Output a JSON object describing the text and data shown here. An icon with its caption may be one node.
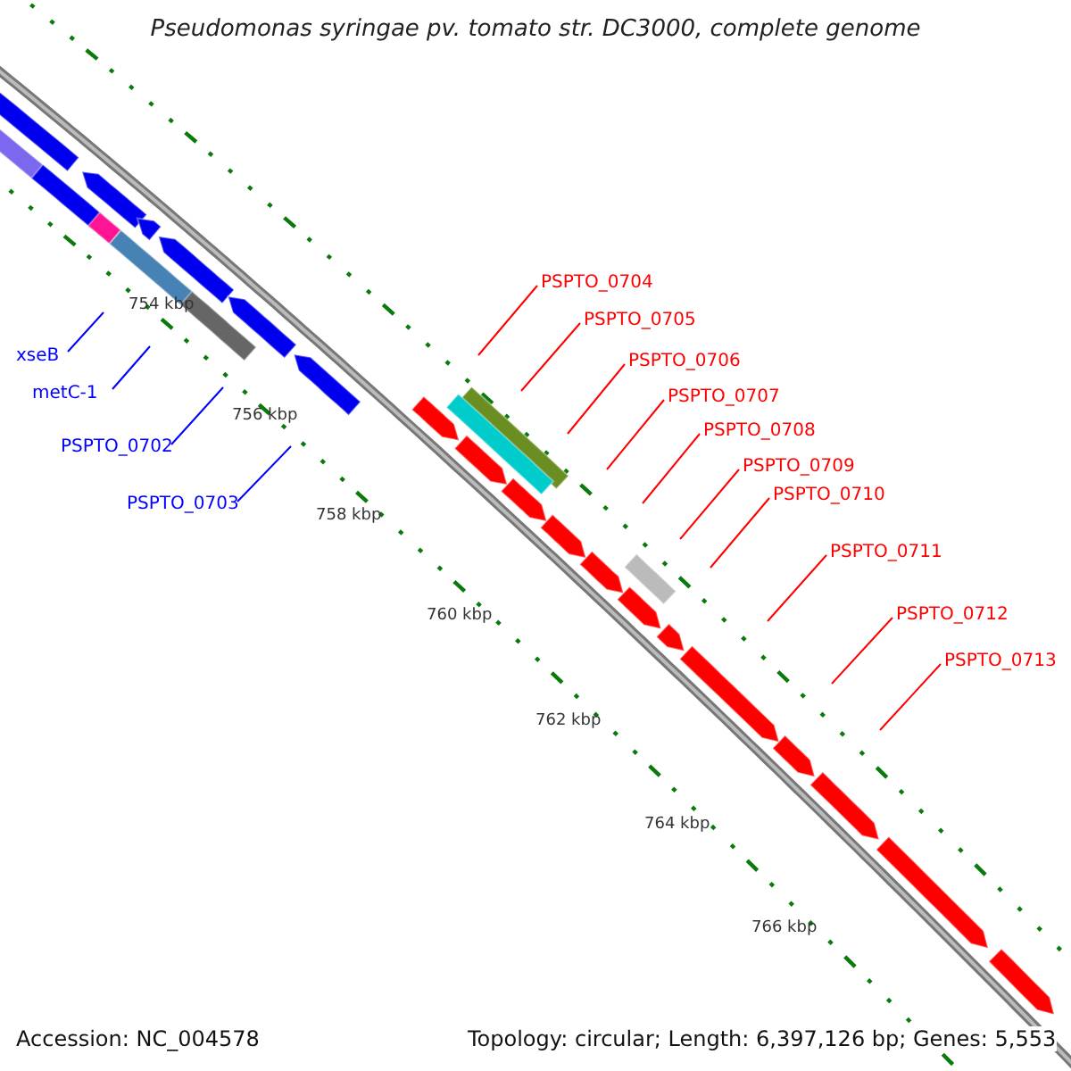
{
  "diagram": {
    "title": "Pseudomonas syringae pv. tomato str. DC3000, complete genome",
    "nodes": [
      {
        "text": [
          "xseB"
        ]
      },
      {
        "text": [
          "metC-1"
        ]
      },
      {
        "text": [
          "PSPTO_0702"
        ]
      },
      {
        "text": [
          "PSPTO_0703"
        ]
      },
      {
        "text": [
          "PSPTO_0704"
        ]
      },
      {
        "text": [
          "PSPTO_0705"
        ]
      },
      {
        "text": [
          "PSPTO_0706"
        ]
      },
      {
        "text": [
          "PSPTO_0707"
        ]
      },
      {
        "text": [
          "PSPTO_0708"
        ]
      },
      {
        "text": [
          "PSPTO_0709"
        ]
      },
      {
        "text": [
          "PSPTO_0710"
        ]
      },
      {
        "text": [
          "PSPTO_0711"
        ]
      },
      {
        "text": [
          "PSPTO_0712"
        ]
      },
      {
        "text": [
          "PSPTO_0713"
        ]
      }
    ],
    "edges": [
      {
        "from": 0,
        "to": null,
        "arrow": "none",
        "color": "#0000ff"
      },
      {
        "from": 1,
        "to": null,
        "arrow": "none",
        "color": "#0000ff"
      },
      {
        "from": 2,
        "to": null,
        "arrow": "none",
        "color": "#0000ff"
      },
      {
        "from": 3,
        "to": null,
        "arrow": "none",
        "color": "#0000ff"
      },
      {
        "from": 4,
        "to": null,
        "arrow": "none"
      },
      {
        "from": 5,
        "to": null,
        "arrow": "none"
      },
      {
        "from": 6,
        "to": null,
        "arrow": "none"
      },
      {
        "from": 7,
        "to": null,
        "arrow": "none"
      },
      {
        "from": 8,
        "to": null,
        "arrow": "none"
      },
      {
        "from": 9,
        "to": null,
        "arrow": "none"
      },
      {
        "from": 10,
        "to": null,
        "arrow": "none"
      },
      {
        "from": 11,
        "to": null,
        "arrow": "none"
      },
      {
        "from": 12,
        "to": null,
        "arrow": "none"
      },
      {
        "from": 13,
        "to": null,
        "arrow": "none"
      }
    ],
    "labels": [
      "754 kbp",
      "756 kbp",
      "758 kbp",
      "760 kbp",
      "762 kbp",
      "764 kbp",
      "766 kbp",
      "Accession: NC_004578",
      "Topology: circular; Length: 6,397,126 bp; Genes: 5,553"
    ]
  }
}
